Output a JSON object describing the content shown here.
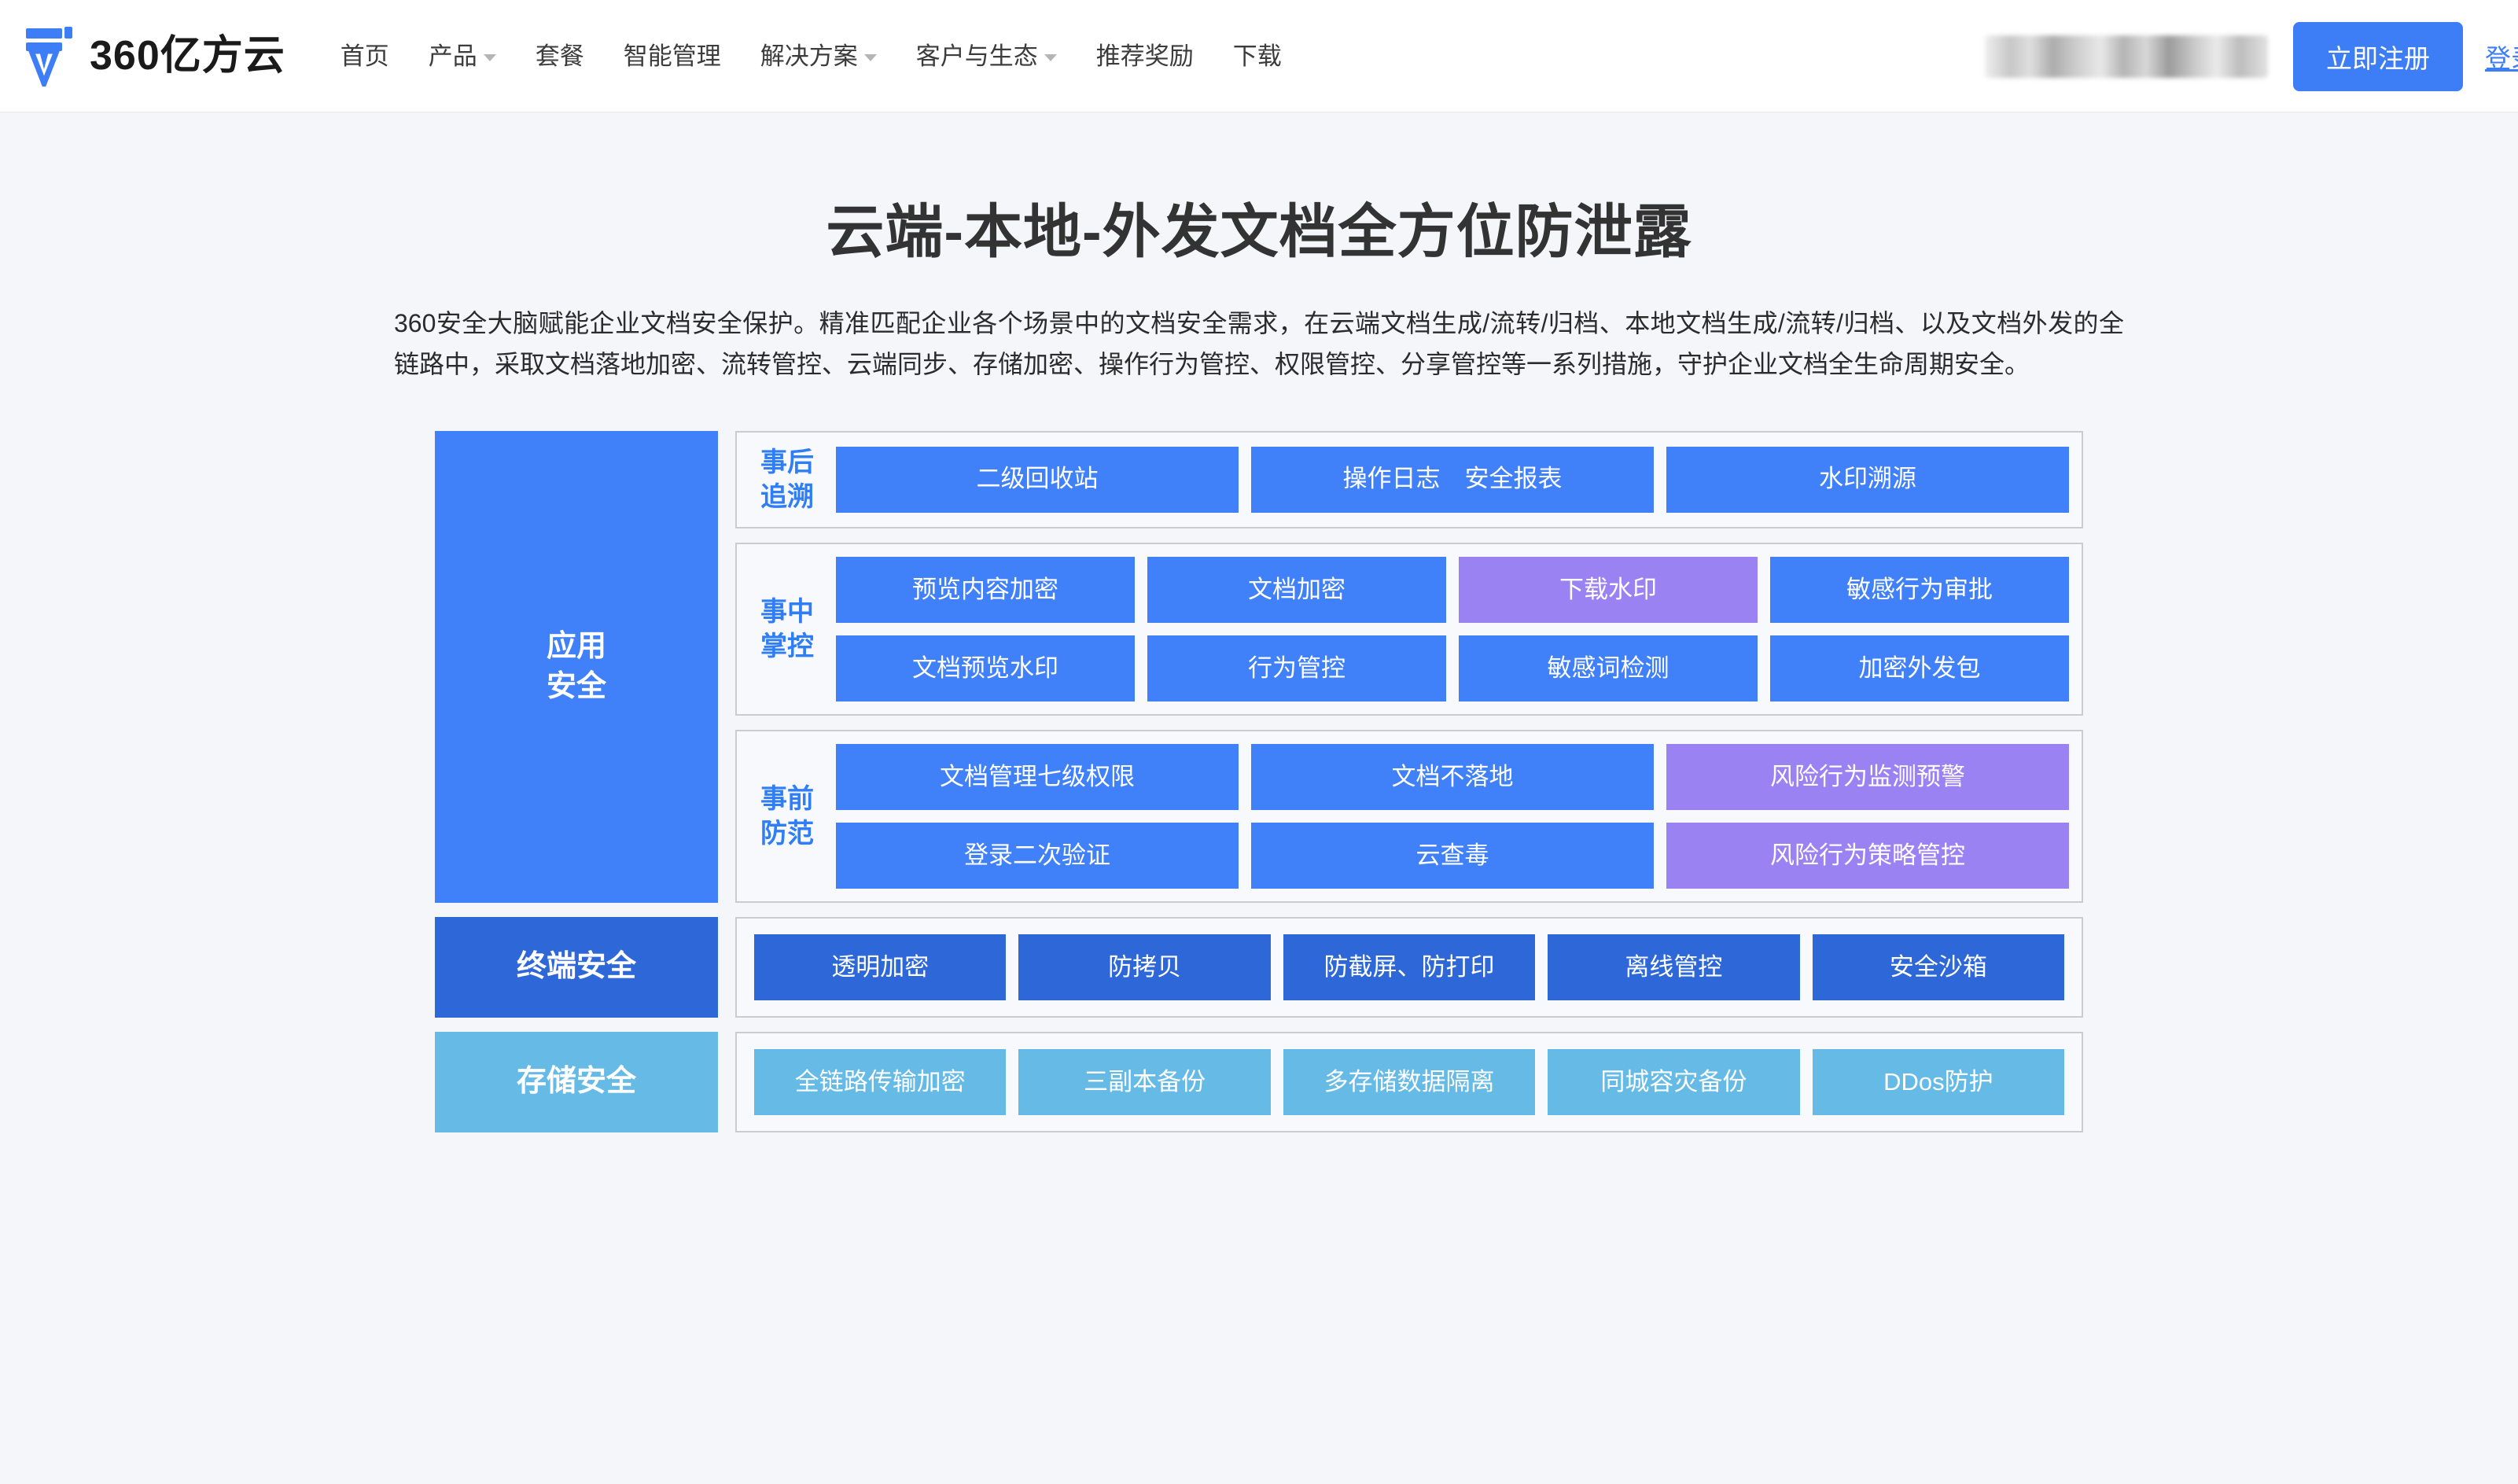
{
  "header": {
    "brand_name": "360亿方云",
    "logo_icon": "brand-logo-icon",
    "nav": [
      {
        "label": "首页",
        "has_dropdown": false
      },
      {
        "label": "产品",
        "has_dropdown": true
      },
      {
        "label": "套餐",
        "has_dropdown": false
      },
      {
        "label": "智能管理",
        "has_dropdown": false
      },
      {
        "label": "解决方案",
        "has_dropdown": true
      },
      {
        "label": "客户与生态",
        "has_dropdown": true
      },
      {
        "label": "推荐奖励",
        "has_dropdown": false
      },
      {
        "label": "下载",
        "has_dropdown": false
      }
    ],
    "register_label": "立即注册",
    "login_label": "登录"
  },
  "hero": {
    "title": "云端-本地-外发文档全方位防泄露",
    "description": "360安全大脑赋能企业文档安全保护。精准匹配企业各个场景中的文档安全需求，在云端文档生成/流转/归档、本地文档生成/流转/归档、以及文档外发的全链路中，采取文档落地加密、流转管控、云端同步、存储加密、操作行为管控、权限管控、分享管控等一系列措施，守护企业文档全生命周期安全。"
  },
  "colors": {
    "accent_blue": "#4080f8",
    "deep_blue": "#2e68d8",
    "light_blue": "#66bae6",
    "purple": "#9b82f2",
    "panel_bg": "#f7f9fc",
    "panel_border": "#c9ccd1",
    "page_bg": "#f4f6fa"
  },
  "diagram": {
    "rows": [
      {
        "side_label": "应用\n安全",
        "side_label_line1": "应用",
        "side_label_line2": "安全",
        "side_color": "#4080f8",
        "panels": [
          {
            "phase_line1": "事后",
            "phase_line2": "追溯",
            "chip_rows": [
              [
                {
                  "label": "二级回收站",
                  "color": "blue"
                },
                {
                  "label": "操作日志　安全报表",
                  "color": "blue"
                },
                {
                  "label": "水印溯源",
                  "color": "blue"
                }
              ]
            ]
          },
          {
            "phase_line1": "事中",
            "phase_line2": "掌控",
            "chip_rows": [
              [
                {
                  "label": "预览内容加密",
                  "color": "blue"
                },
                {
                  "label": "文档加密",
                  "color": "blue"
                },
                {
                  "label": "下载水印",
                  "color": "purple"
                },
                {
                  "label": "敏感行为审批",
                  "color": "blue"
                }
              ],
              [
                {
                  "label": "文档预览水印",
                  "color": "blue"
                },
                {
                  "label": "行为管控",
                  "color": "blue"
                },
                {
                  "label": "敏感词检测",
                  "color": "blue"
                },
                {
                  "label": "加密外发包",
                  "color": "blue"
                }
              ]
            ]
          },
          {
            "phase_line1": "事前",
            "phase_line2": "防范",
            "chip_rows": [
              [
                {
                  "label": "文档管理七级权限",
                  "color": "blue"
                },
                {
                  "label": "文档不落地",
                  "color": "blue"
                },
                {
                  "label": "风险行为监测预警",
                  "color": "purple"
                }
              ],
              [
                {
                  "label": "登录二次验证",
                  "color": "blue"
                },
                {
                  "label": "云查毒",
                  "color": "blue"
                },
                {
                  "label": "风险行为策略管控",
                  "color": "purple"
                }
              ]
            ]
          }
        ]
      },
      {
        "side_label_line1": "终端安全",
        "side_label_line2": "",
        "side_color": "#2e68d8",
        "panels": [
          {
            "phase_line1": "",
            "phase_line2": "",
            "chip_rows": [
              [
                {
                  "label": "透明加密",
                  "color": "dkblue"
                },
                {
                  "label": "防拷贝",
                  "color": "dkblue"
                },
                {
                  "label": "防截屏、防打印",
                  "color": "dkblue"
                },
                {
                  "label": "离线管控",
                  "color": "dkblue"
                },
                {
                  "label": "安全沙箱",
                  "color": "dkblue"
                }
              ]
            ]
          }
        ]
      },
      {
        "side_label_line1": "存储安全",
        "side_label_line2": "",
        "side_color": "#66bae6",
        "panels": [
          {
            "phase_line1": "",
            "phase_line2": "",
            "chip_rows": [
              [
                {
                  "label": "全链路传输加密",
                  "color": "ltblue"
                },
                {
                  "label": "三副本备份",
                  "color": "ltblue"
                },
                {
                  "label": "多存储数据隔离",
                  "color": "ltblue"
                },
                {
                  "label": "同城容灾备份",
                  "color": "ltblue"
                },
                {
                  "label": "DDos防护",
                  "color": "ltblue"
                }
              ]
            ]
          }
        ]
      }
    ]
  }
}
